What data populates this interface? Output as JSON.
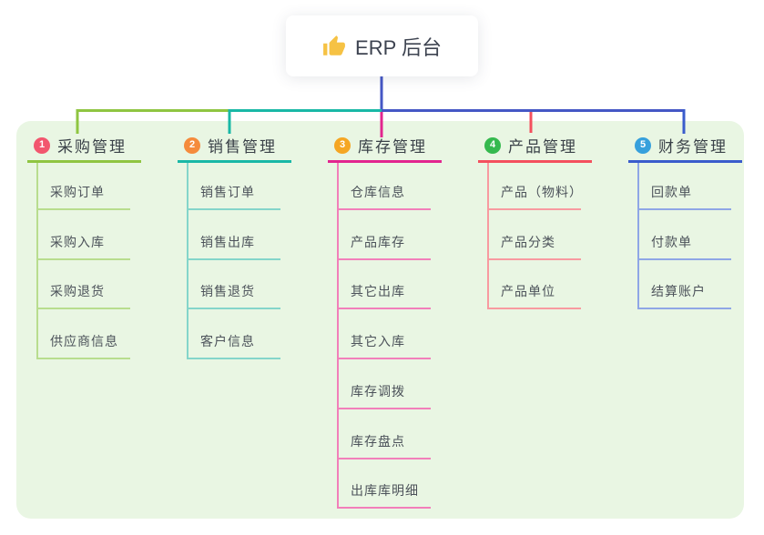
{
  "root": {
    "title": "ERP 后台",
    "icon": "thumbs-up-icon"
  },
  "colors": {
    "canvas_bg": "#ffffff",
    "panel_bg": "#e9f6e3",
    "root_line": "#4557c5",
    "root_text": "#3d4350",
    "header_text": "#3a4148",
    "child_text": "#4c525a",
    "thumb_icon": "#f6c244"
  },
  "branches": [
    {
      "number": "1",
      "title": "采购管理",
      "badge_color": "#f2566e",
      "line_color": "#8fc541",
      "child_line_color": "#b8dd8e",
      "children": [
        "采购订单",
        "采购入库",
        "采购退货",
        "供应商信息"
      ]
    },
    {
      "number": "2",
      "title": "销售管理",
      "badge_color": "#f58b3c",
      "line_color": "#19b8a6",
      "child_line_color": "#84d5ca",
      "children": [
        "销售订单",
        "销售出库",
        "销售退货",
        "客户信息"
      ]
    },
    {
      "number": "3",
      "title": "库存管理",
      "badge_color": "#f5a623",
      "line_color": "#e2258f",
      "child_line_color": "#f27fba",
      "children": [
        "仓库信息",
        "产品库存",
        "其它出库",
        "其它入库",
        "库存调拨",
        "库存盘点",
        "出库库明细"
      ]
    },
    {
      "number": "4",
      "title": "产品管理",
      "badge_color": "#35b94e",
      "line_color": "#f4505e",
      "child_line_color": "#f89aa0",
      "children": [
        "产品（物料）",
        "产品分类",
        "产品单位"
      ]
    },
    {
      "number": "5",
      "title": "财务管理",
      "badge_color": "#36a0dc",
      "line_color": "#3a5ccc",
      "child_line_color": "#8fa6e6",
      "children": [
        "回款单",
        "付款单",
        "结算账户"
      ]
    }
  ]
}
